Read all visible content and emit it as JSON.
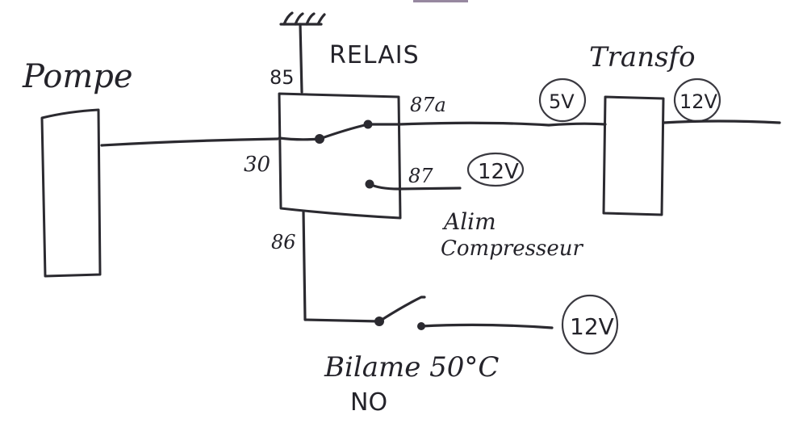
{
  "diagram": {
    "title": "Schéma câblage relais pompe",
    "components": {
      "pump": {
        "label": "Pompe"
      },
      "relay": {
        "label": "RELAIS",
        "pins": {
          "p85": "85",
          "p86": "86",
          "p30": "30",
          "p87": "87",
          "p87a": "87a"
        }
      },
      "transformer": {
        "label": "Transfo"
      },
      "ground": {
        "symbol": "ground-icon"
      },
      "bimetal_switch": {
        "label": "Bilame 50°C",
        "state": "NO"
      }
    },
    "voltages": {
      "transfo_in": "5V",
      "transfo_out": "12V",
      "pin87_supply": "12V",
      "switch_supply": "12V"
    },
    "annotations": {
      "alim_line1": "Alim",
      "alim_line2": "Compresseur"
    },
    "colors": {
      "ink": "#2b2a30",
      "paper": "#ffffff"
    }
  }
}
